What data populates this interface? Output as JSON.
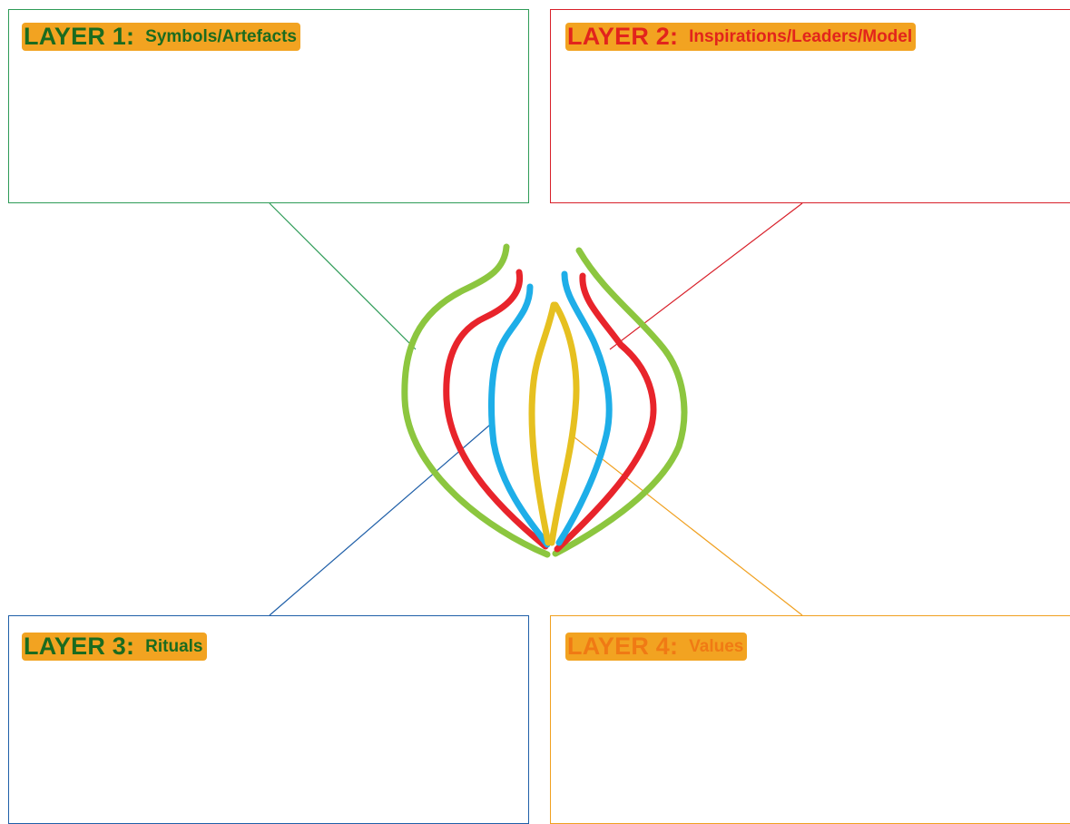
{
  "layers": [
    {
      "number": "LAYER 1:",
      "name": "Symbols/Artefacts",
      "color": "#2e9b57"
    },
    {
      "number": "LAYER 2:",
      "name": "Inspirations/Leaders/Model",
      "color": "#d8202a"
    },
    {
      "number": "LAYER 3:",
      "name": "Rituals",
      "color": "#1f5fa8"
    },
    {
      "number": "LAYER 4:",
      "name": "Values",
      "color": "#f0a020"
    }
  ],
  "title_highlight_color": "#f2a321",
  "onion_icon": {
    "name": "onion-icon",
    "colors": {
      "outer": "#8cc63f",
      "second": "#e8242b",
      "third": "#1eaee8",
      "core": "#e6c020"
    }
  }
}
